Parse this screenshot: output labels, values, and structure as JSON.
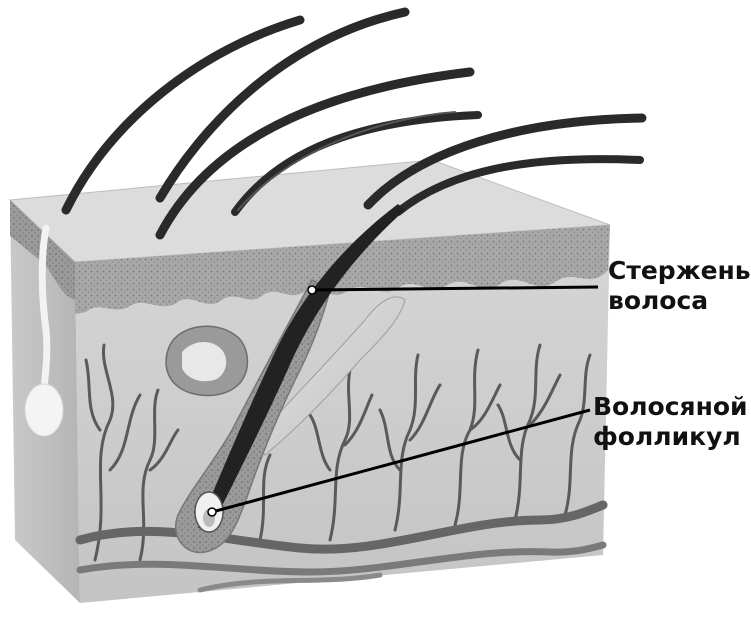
{
  "labels": {
    "hair_shaft": [
      "Стержень",
      "волоса"
    ],
    "hair_follicle": [
      "Волосяной",
      "фолликул"
    ]
  },
  "colors": {
    "hair": "#2a2a2a",
    "skin_surface": "#dcdcdc",
    "epidermis": "#a9a9a9",
    "dermis": "#cfcfcf",
    "side_face": "#c6c6c6",
    "vessels": "#555555",
    "leader_lines": "#000000"
  }
}
